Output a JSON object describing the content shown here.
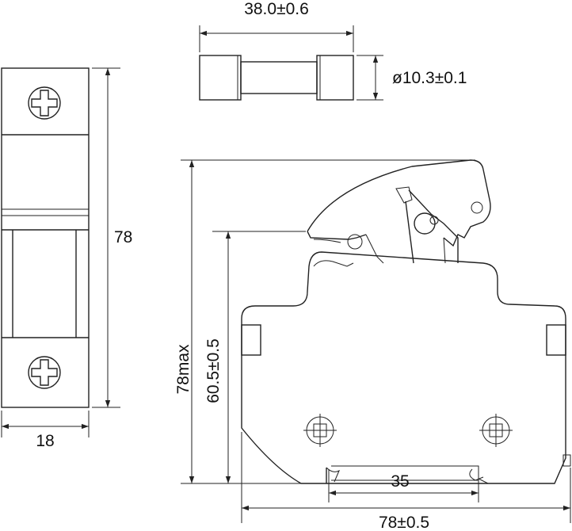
{
  "labels": {
    "fuse_length": "38.0±0.6",
    "fuse_diameter": "ø10.3±0.1",
    "side_height": "78",
    "side_width": "18",
    "overall_height": "78max",
    "inner_height": "60.5±0.5",
    "rail_width": "35",
    "overall_width": "78±0.5"
  }
}
